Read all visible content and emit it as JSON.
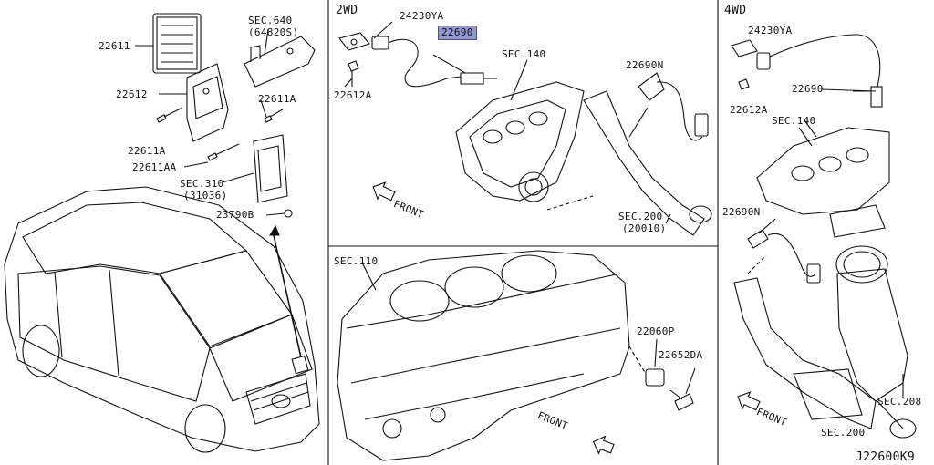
{
  "panels": {
    "twowd": "2WD",
    "fourwd": "4WD"
  },
  "left_panel": {
    "p22611": "22611",
    "sec640": "SEC.640",
    "sec640_ref": "(64820S)",
    "p22612": "22612",
    "p22611a_right": "22611A",
    "p22611a_left": "22611A",
    "p22611aa": "22611AA",
    "sec310": "SEC.310",
    "sec310_ref": "(31036)",
    "p23790b": "23790B"
  },
  "twowd_panel": {
    "p24230ya": "24230YA",
    "p22690_highlight": "22690",
    "sec140": "SEC.140",
    "p22690n": "22690N",
    "p22612a": "22612A",
    "front": "FRONT",
    "sec200": "SEC.200",
    "sec200_ref": "(20010)"
  },
  "block_panel": {
    "sec110": "SEC.110",
    "p22060p": "22060P",
    "p22652da": "22652DA",
    "front": "FRONT"
  },
  "fourwd_panel": {
    "p24230ya": "24230YA",
    "p22690": "22690",
    "p22612a": "22612A",
    "sec140": "SEC.140",
    "p22690n": "22690N",
    "front": "FRONT",
    "sec208": "SEC.208",
    "sec200": "SEC.200"
  },
  "diagram_code": "J22600K9",
  "colors": {
    "highlight": "#8f97d6",
    "line": "#111111"
  }
}
